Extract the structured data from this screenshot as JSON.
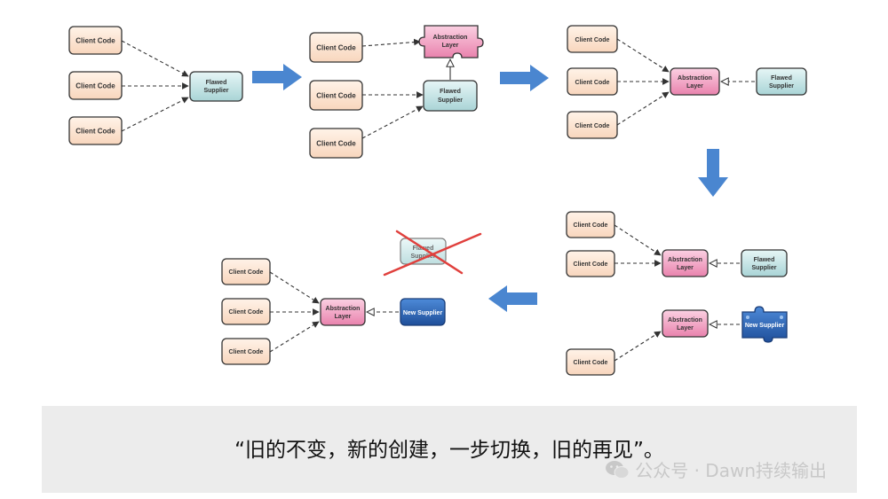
{
  "labels": {
    "client_code": "Client Code",
    "flawed_supplier_1": "Flawed",
    "flawed_supplier_2": "Supplier",
    "abstraction_1": "Abstraction",
    "abstraction_2": "Layer",
    "new_supplier": "New Supplier"
  },
  "caption": "“旧的不变，新的创建，一步切换，旧的再见”。",
  "watermark": "公众号 · Dawn持续输出",
  "colors": {
    "client_fill": "#fde6d2",
    "flawed_fill": "#cfe9e9",
    "abstraction_fill": "#f3a9c7",
    "new_supplier_fill": "#2f6dc2",
    "arrow_blue": "#4a86d0",
    "cross_red": "#e0403d"
  }
}
